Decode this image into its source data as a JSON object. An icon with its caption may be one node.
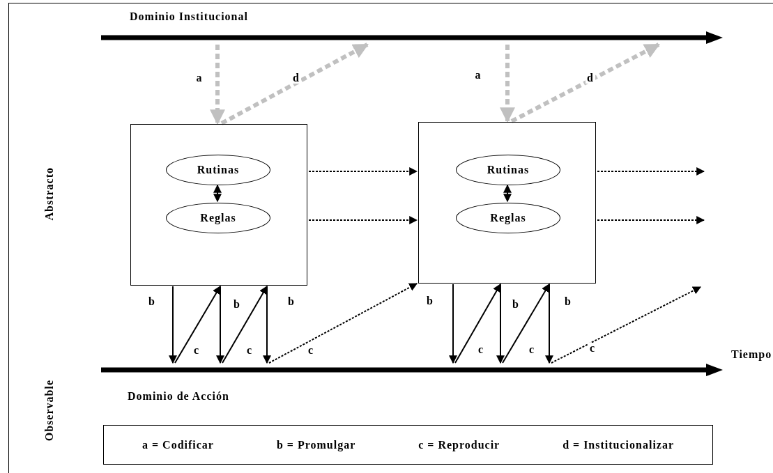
{
  "diagram": {
    "nodes": [
      {
        "text": [
          "Dominio Institucional"
        ]
      },
      {
        "text": [],
        "shape": "box"
      },
      {
        "text": [
          "Rutinas"
        ],
        "in": 1
      },
      {
        "text": [
          "Reglas"
        ],
        "in": 1
      },
      {
        "text": [],
        "shape": "box"
      },
      {
        "text": [
          "Rutinas"
        ],
        "in": 4
      },
      {
        "text": [
          "Reglas"
        ],
        "in": 4
      },
      {
        "text": [
          "Dominio de Acción"
        ],
        "beside": [
          "Tiempo"
        ]
      },
      {
        "text": [
          "a = Codificar",
          "b = Promulgar",
          "c = Reproducir",
          "d = Institucionalizar"
        ]
      }
    ],
    "edges": [
      {
        "from": 0,
        "to": 1,
        "arrow": "to",
        "label": "a",
        "style": "dashed",
        "color": "#c0c0c0"
      },
      {
        "from": 1,
        "to": 0,
        "arrow": "to",
        "label": "d",
        "style": "dashed",
        "color": "#c0c0c0"
      },
      {
        "from": 2,
        "to": 3,
        "arrow": "both"
      },
      {
        "from": 1,
        "to": 4,
        "arrow": "to",
        "style": "dashed"
      },
      {
        "from": 1,
        "to": 4,
        "arrow": "to",
        "style": "dashed"
      },
      {
        "from": 4,
        "to": null,
        "arrow": "to",
        "style": "dashed"
      },
      {
        "from": 4,
        "to": null,
        "arrow": "to",
        "style": "dashed"
      },
      {
        "from": 1,
        "to": 7,
        "arrow": "to",
        "label": "b"
      },
      {
        "from": 7,
        "to": 1,
        "arrow": "to",
        "label": "c"
      },
      {
        "from": 1,
        "to": 7,
        "arrow": "to",
        "label": "b"
      },
      {
        "from": 7,
        "to": 1,
        "arrow": "to",
        "label": "c"
      },
      {
        "from": 1,
        "to": 7,
        "arrow": "to",
        "label": "b"
      },
      {
        "from": 7,
        "to": 4,
        "arrow": "to",
        "label": "c",
        "style": "dashed"
      },
      {
        "from": 0,
        "to": 4,
        "arrow": "to",
        "label": "a",
        "style": "dashed",
        "color": "#c0c0c0"
      },
      {
        "from": 4,
        "to": 0,
        "arrow": "to",
        "label": "d",
        "style": "dashed",
        "color": "#c0c0c0"
      },
      {
        "from": 5,
        "to": 6,
        "arrow": "both"
      },
      {
        "from": 4,
        "to": 7,
        "arrow": "to",
        "label": "b"
      },
      {
        "from": 7,
        "to": 4,
        "arrow": "to",
        "label": "c"
      },
      {
        "from": 4,
        "to": 7,
        "arrow": "to",
        "label": "b"
      },
      {
        "from": 7,
        "to": 4,
        "arrow": "to",
        "label": "c"
      },
      {
        "from": 4,
        "to": 7,
        "arrow": "to",
        "label": "b"
      },
      {
        "from": 7,
        "to": null,
        "arrow": "to",
        "label": "c",
        "style": "dashed"
      }
    ],
    "labels": [
      "Abstracto",
      "Observable"
    ]
  }
}
